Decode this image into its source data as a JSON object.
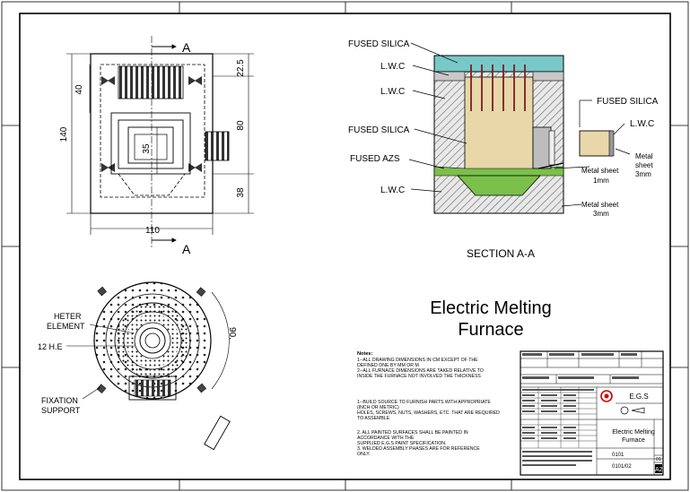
{
  "title": {
    "line1": "Electric Melting",
    "line2": "Furnace"
  },
  "views": {
    "section_marker": "A",
    "section_title": "SECTION A-A",
    "dimensions": {
      "d22_5": "22.5",
      "d40": "40",
      "d80": "80",
      "d35": "35",
      "d140": "140",
      "d38": "38",
      "d110": "110",
      "d90": "90."
    }
  },
  "section_labels": {
    "fused_silica_top": "FUSED SILICA",
    "lwc_1": "L.W.C",
    "lwc_2": "L.W.C",
    "fused_silica_mid": "FUSED SILICA",
    "fused_azs": "FUSED AZS",
    "lwc_3": "L.W.C",
    "fused_silica_right": "FUSED SILICA",
    "lwc_right": "L.W.C",
    "metal_sheet_1mm": [
      "Metal sheet",
      "1mm"
    ],
    "metal_sheet_3mm_a": [
      "Metal",
      "sheet",
      "3mm"
    ],
    "metal_sheet_3mm_b": [
      "Metal sheet",
      "3mm"
    ]
  },
  "plan_labels": {
    "heater_element": [
      "HETER",
      "ELEMENT"
    ],
    "h_e_count": "12 H.E",
    "fixation_support": [
      "FIXATION",
      "SUPPORT"
    ]
  },
  "notes": {
    "heading": "Notes:",
    "items": [
      "1--ALL DRAWING DIMENSIONS IN CM EXCEPT OF THE",
      "DEFINED ONE BY MM OR M",
      "2--ALL FURNACE DIMENSIONS ARE TAKED RELATIVE TO",
      "INSIDE THE FURNACE NOT INVOLVED THE THICKNESS",
      "",
      "1--BUILD SOURCE TO FURNISH PARTS WITH APPROPRIATE",
      "(INCH OR METRIC)",
      "HOLES, SCREWS, NUTS, WASHERS, ETC. THAT ARE REQUIRED",
      "TO ASSEMBLE",
      "",
      "2. ALL PAINTED SURFACES SHALL BE PAINTED IN",
      "ACCORDANCE WITH THE",
      "SUPPLIED E.G.S PAINT SPECIFICATION.",
      "3. WELDED ASSEMBLY PHASES ARE FOR REFERENCE",
      "ONLY."
    ]
  },
  "title_block": {
    "company": "E.G.S",
    "drawing_title": [
      "Electric Melting",
      "Furnace"
    ],
    "number_a": "0101",
    "number_b": "0101/02",
    "sheet_no": "01",
    "size": "A2"
  }
}
